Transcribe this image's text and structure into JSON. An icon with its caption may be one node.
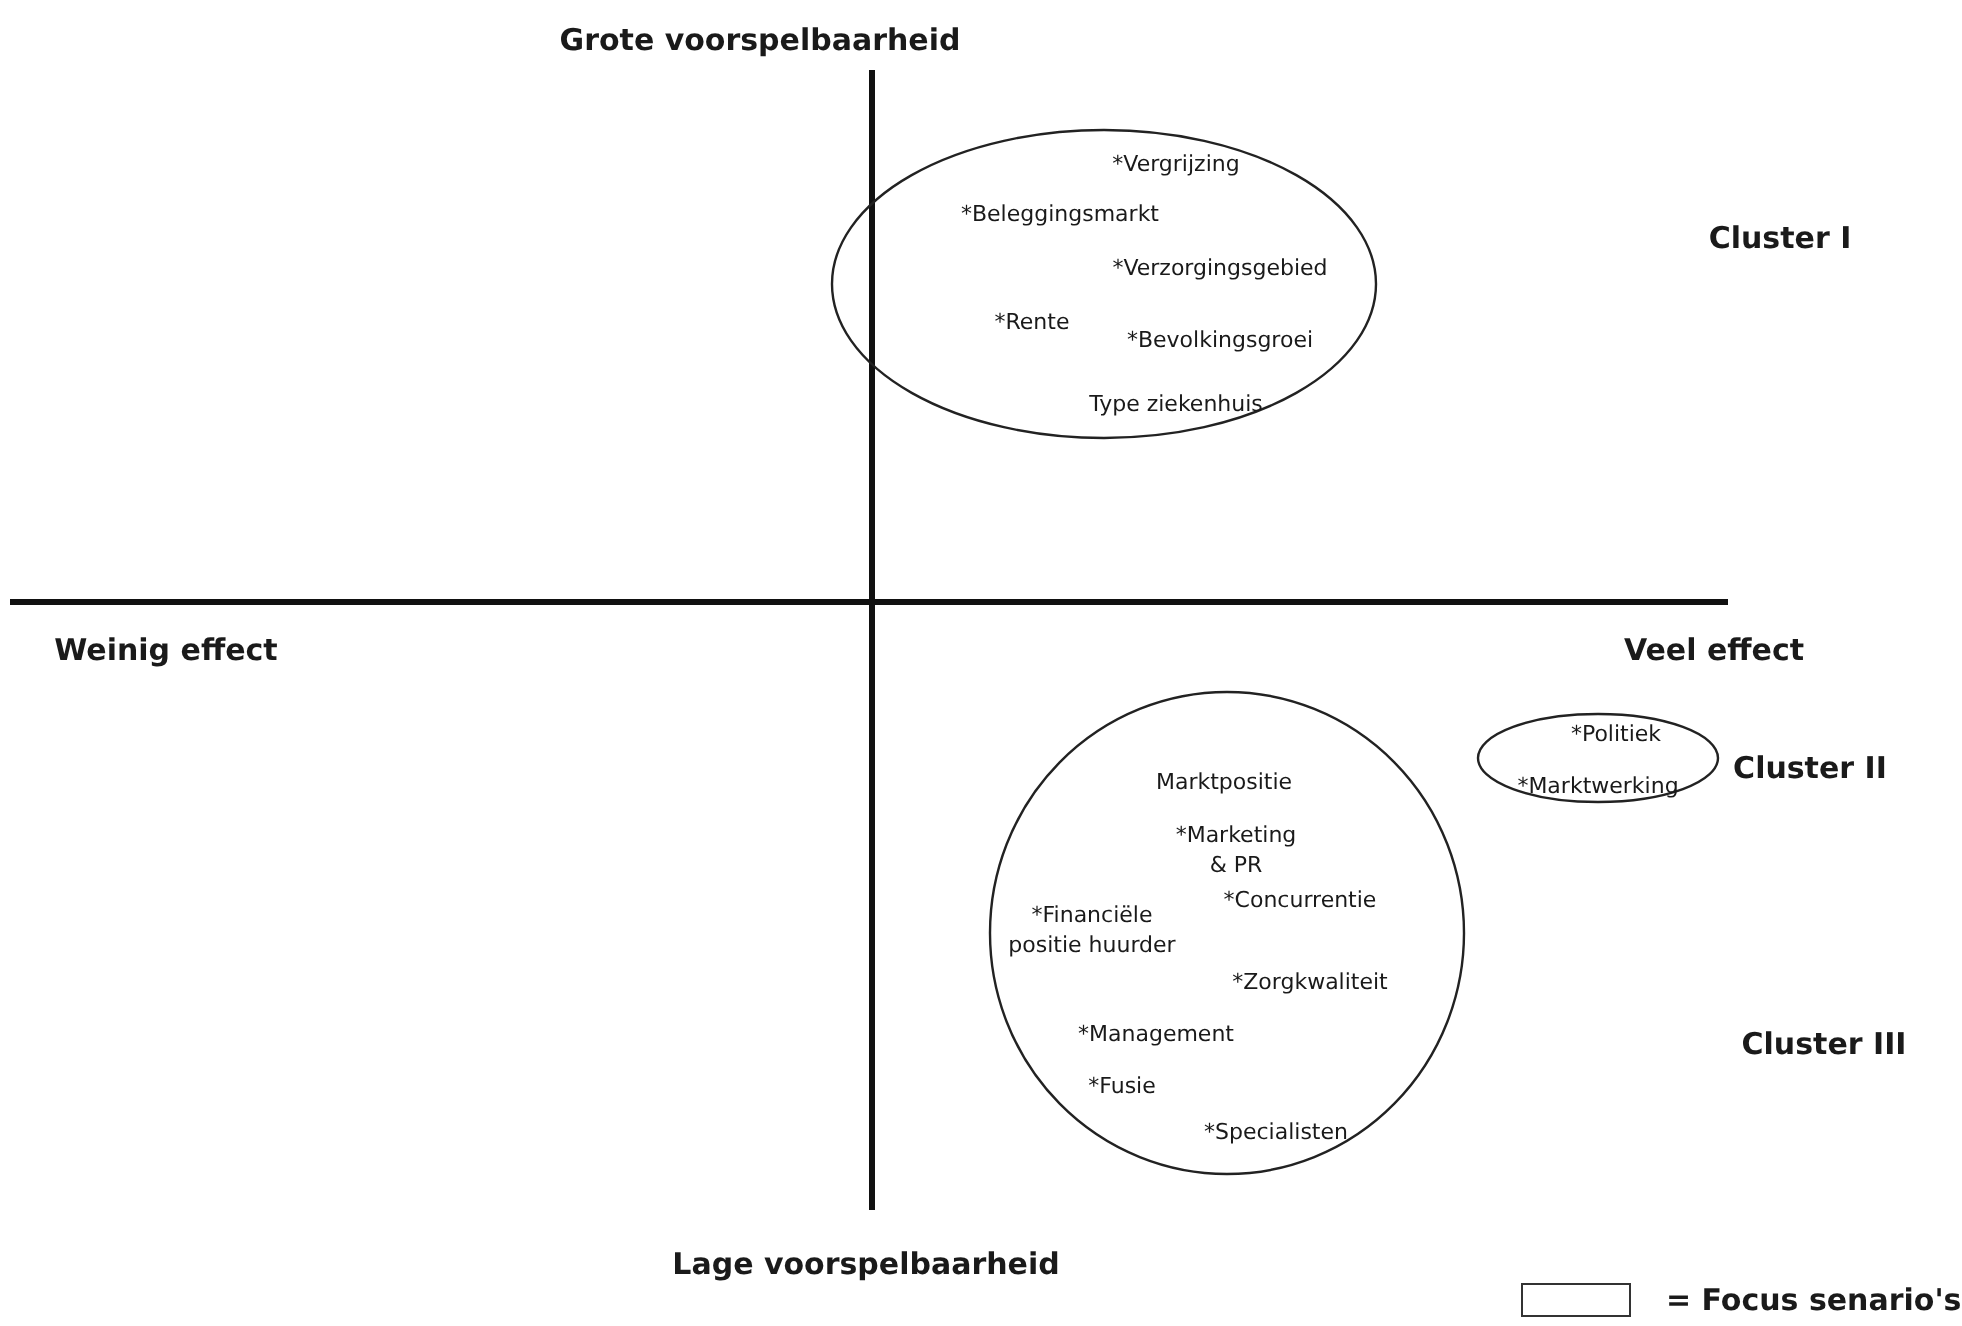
{
  "diagram": {
    "nodes": [
      {
        "text": [
          "*Vergrijzing",
          "*Beleggingsmarkt",
          "*Verzorgingsgebied",
          "*Rente",
          "*Bevolkingsgroei",
          "Type ziekenhuis"
        ]
      },
      {
        "text": [
          "*Politiek",
          "*Marktwerking"
        ],
        "beside": [
          "Cluster II"
        ]
      },
      {
        "text": [
          "Marktpositie",
          "*Marketing & PR",
          "*Financiële positie huurder",
          "*Concurrentie",
          "*Zorgkwaliteit",
          "*Management",
          "*Fusie",
          "*Specialisten"
        ]
      }
    ],
    "labels": [
      "Grote voorspelbaarheid",
      "Cluster I",
      "Weinig effect",
      "Veel effect",
      "Cluster III",
      "Lage voorspelbaarheid"
    ],
    "legend": [
      {
        "text": "= Focus senario's"
      }
    ]
  }
}
